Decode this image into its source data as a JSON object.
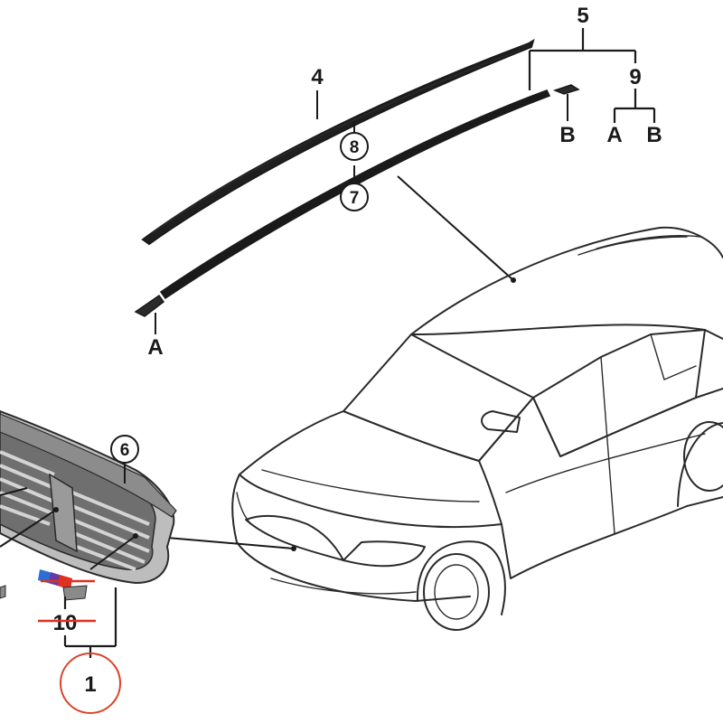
{
  "labels": {
    "rail_outer": "4",
    "rail_group": "5",
    "kit": "9",
    "end_a_left": "A",
    "end_b_right": "B",
    "kit_a": "A",
    "kit_b": "B",
    "grille_frame": "6",
    "trim_strip": "7",
    "roof_rail": "8",
    "emblem_crossed": "10",
    "grille_assembly": "1"
  },
  "colors": {
    "line": "#1a1a1a",
    "strike": "#e0301e",
    "highlight_circle": "#d9452b",
    "emblem_blue": "#2b6fd6",
    "emblem_purple": "#6a3aa0",
    "emblem_red": "#e0301e"
  }
}
